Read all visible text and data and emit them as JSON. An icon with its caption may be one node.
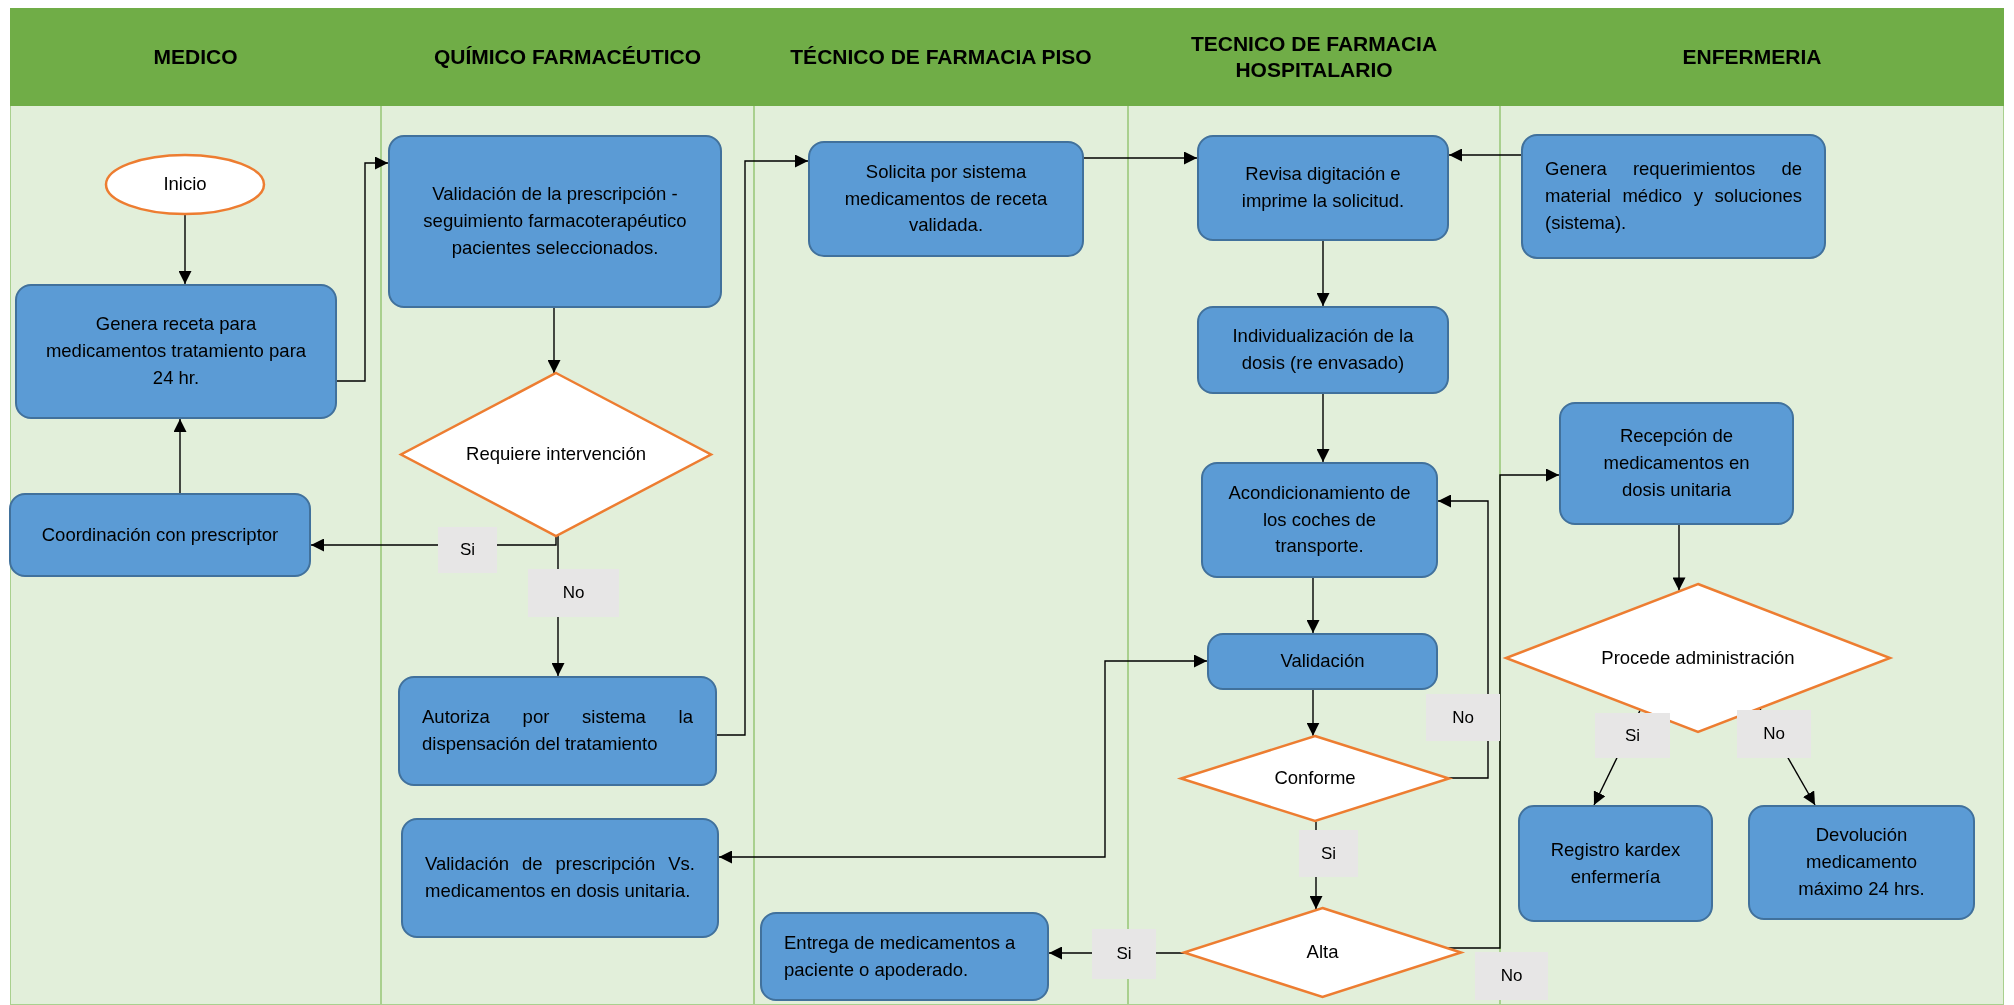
{
  "diagram": {
    "nodes": [
      {
        "text": [
          "MEDICO"
        ]
      },
      {
        "text": [
          "QUÍMICO FARMACÉUTICO"
        ]
      },
      {
        "text": [
          "TÉCNICO DE FARMACIA PISO"
        ]
      },
      {
        "text": [
          "TECNICO DE FARMACIA HOSPITALARIO"
        ]
      },
      {
        "text": [
          "ENFERMERIA"
        ]
      },
      {
        "text": [
          "Inicio"
        ],
        "in": 0
      },
      {
        "text": [
          "Genera receta para medicamentos tratamiento para 24 hr."
        ],
        "in": 0
      },
      {
        "text": [
          "Coordinación con prescriptor"
        ],
        "in": 0
      },
      {
        "text": [
          "Validación de la prescripción - seguimiento farmacoterapéutico pacientes seleccionados."
        ],
        "in": 1
      },
      {
        "text": [
          "Requiere intervención"
        ],
        "in": 1
      },
      {
        "text": [
          "Autoriza por sistema la dispensación del tratamiento"
        ],
        "in": 1
      },
      {
        "text": [
          "Validación de prescripción Vs. medicamentos en dosis unitaria."
        ],
        "in": 1
      },
      {
        "text": [
          "Solicita por sistema medicamentos de receta validada."
        ],
        "in": 2
      },
      {
        "text": [
          "Entrega de medicamentos a paciente o apoderado."
        ],
        "in": 2
      },
      {
        "text": [
          "Revisa digitación e imprime la solicitud."
        ],
        "in": 3
      },
      {
        "text": [
          "Individualización de la dosis (re envasado)"
        ],
        "in": 3
      },
      {
        "text": [
          "Acondicionamiento de los coches de transporte."
        ],
        "in": 3
      },
      {
        "text": [
          "Validación"
        ],
        "in": 3
      },
      {
        "text": [
          "Conforme"
        ],
        "in": 3
      },
      {
        "text": [
          "Alta"
        ],
        "in": 3
      },
      {
        "text": [
          "Genera requerimientos de material médico y soluciones (sistema)."
        ],
        "in": 4
      },
      {
        "text": [
          "Recepción de medicamentos en dosis unitaria"
        ],
        "in": 4
      },
      {
        "text": [
          "Procede administración"
        ],
        "in": 4
      },
      {
        "text": [
          "Registro kardex enfermería"
        ],
        "in": 4
      },
      {
        "text": [
          "Devolución medicamento máximo 24 hrs."
        ],
        "in": 4
      }
    ],
    "edges": [
      {
        "from": 5,
        "to": 6,
        "arrow": "to"
      },
      {
        "from": 7,
        "to": 6,
        "arrow": "to"
      },
      {
        "from": 6,
        "to": 8,
        "arrow": "to"
      },
      {
        "from": 8,
        "to": 9,
        "arrow": "to"
      },
      {
        "from": 9,
        "to": 7,
        "arrow": "to",
        "label": "Si"
      },
      {
        "from": 9,
        "to": 10,
        "arrow": "to",
        "label": "No"
      },
      {
        "from": 10,
        "to": 12,
        "arrow": "to"
      },
      {
        "from": 12,
        "to": 14,
        "arrow": "to"
      },
      {
        "from": 20,
        "to": 14,
        "arrow": "to"
      },
      {
        "from": 14,
        "to": 15,
        "arrow": "to"
      },
      {
        "from": 15,
        "to": 16,
        "arrow": "to"
      },
      {
        "from": 16,
        "to": 17,
        "arrow": "to"
      },
      {
        "from": 17,
        "to": 18,
        "arrow": "to"
      },
      {
        "from": 18,
        "to": 16,
        "arrow": "to",
        "label": "No"
      },
      {
        "from": 18,
        "to": 19,
        "arrow": "to",
        "label": "Si"
      },
      {
        "from": 19,
        "to": 13,
        "arrow": "to",
        "label": "Si"
      },
      {
        "from": 19,
        "to": 21,
        "arrow": "to",
        "label": "No"
      },
      {
        "from": 11,
        "to": 17,
        "arrow": "both"
      },
      {
        "from": 21,
        "to": 22,
        "arrow": "to"
      },
      {
        "from": 22,
        "to": 23,
        "arrow": "to",
        "label": "Si"
      },
      {
        "from": 22,
        "to": 24,
        "arrow": "to",
        "label": "No"
      }
    ]
  }
}
